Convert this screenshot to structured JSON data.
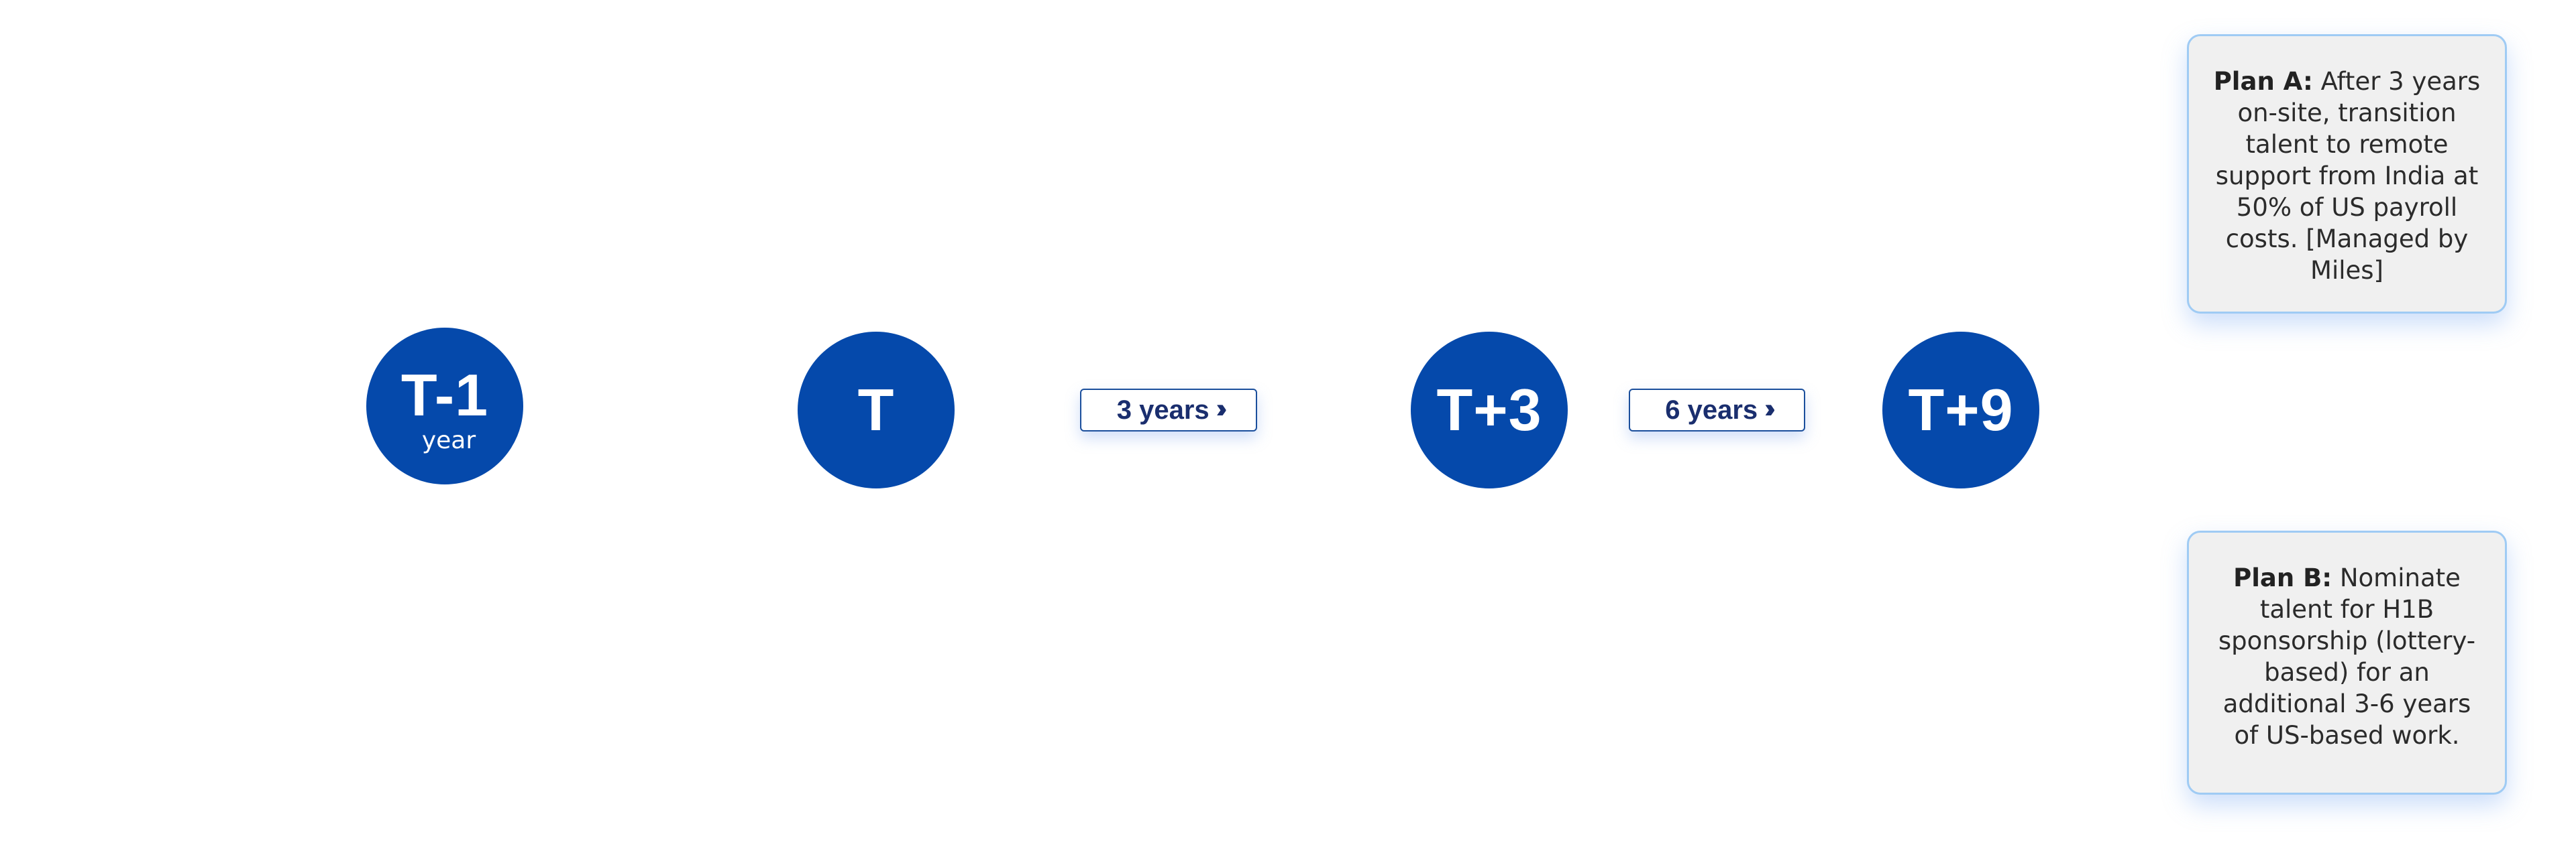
{
  "milestones": [
    {
      "label": "T-1",
      "sublabel": "year"
    },
    {
      "label": "T"
    },
    {
      "label": "T+3"
    },
    {
      "label": "T+9"
    }
  ],
  "durations": [
    {
      "label": "3 years",
      "icon": "double-chevron-right-icon"
    },
    {
      "label": "6 years",
      "icon": "double-chevron-right-icon"
    }
  ],
  "plans": {
    "a": {
      "title": "Plan A:",
      "text": "After 3 years on-site, transition talent to remote support from India at 50% of US payroll costs. [Managed by Miles]"
    },
    "b": {
      "title": "Plan B:",
      "text": "Nominate talent for H1B sponsorship (lottery-based) for an additional 3-6 years of US-based work."
    }
  },
  "colors": {
    "circle_fill": "#0549ab",
    "pill_text": "#1a2e6e",
    "pill_border": "#1b4f9c",
    "card_bg": "#f0f0f0",
    "card_border": "#9fcbf4"
  }
}
